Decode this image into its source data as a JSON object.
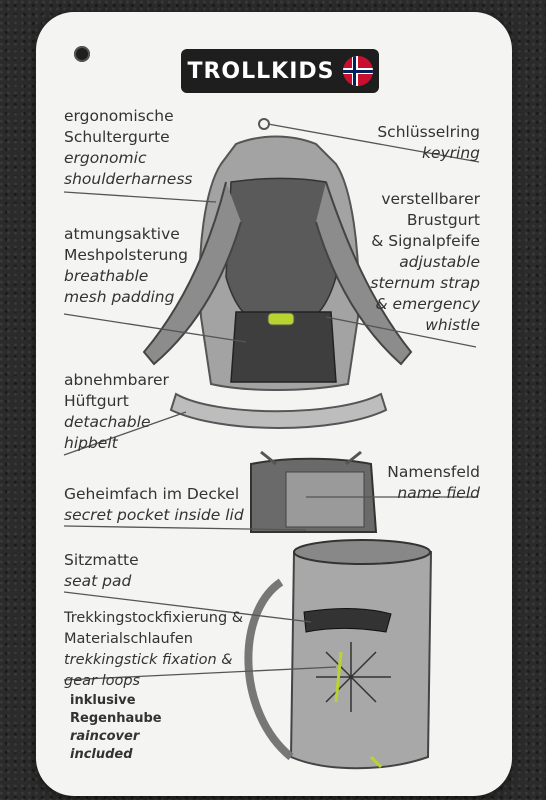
{
  "brand": {
    "name": "TROLLKIDS"
  },
  "labels": {
    "shoulder": {
      "de1": "ergonomische",
      "de2": "Schultergurte",
      "en1": "ergonomic",
      "en2": "shoulderharness"
    },
    "keyring": {
      "de": "Schlüsselring",
      "en": "keyring"
    },
    "mesh": {
      "de1": "atmungsaktive",
      "de2": "Meshpolsterung",
      "en1": "breathable",
      "en2": "mesh padding"
    },
    "sternum": {
      "de1": "verstellbarer",
      "de2": "Brustgurt",
      "de3": "& Signalpfeife",
      "en1": "adjustable",
      "en2": "sternum strap",
      "en3": "& emergency",
      "en4": "whistle"
    },
    "hipbelt": {
      "de1": "abnehmbarer",
      "de2": "Hüftgurt",
      "en1": "detachable",
      "en2": "hipbelt"
    },
    "namefield": {
      "de": "Namensfeld",
      "en": "name field"
    },
    "secret": {
      "de": "Geheimfach im Deckel",
      "en": "secret pocket inside lid"
    },
    "seat": {
      "de": "Sitzmatte",
      "en": "seat pad"
    },
    "trekking": {
      "de1": "Trekkingstockfixierung &",
      "de2": "Materialschlaufen",
      "en1": "trekkingstick fixation &",
      "en2": "gear loops"
    },
    "raincover": {
      "l1": "inklusive",
      "l2": "Regenhaube",
      "l3": "raincover",
      "l4": "included"
    }
  },
  "colors": {
    "tag": "#f4f4f2",
    "pack": "#9a9a9a",
    "packDark": "#4a4a4a",
    "accent": "#b8d430"
  }
}
